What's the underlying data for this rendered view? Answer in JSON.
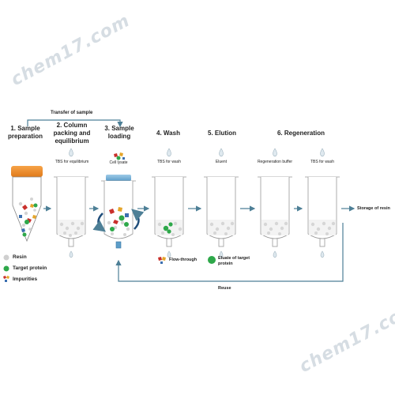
{
  "watermark": "chem17.com",
  "transfer_label": "Transfer of sample",
  "steps": {
    "s1": "1. Sample preparation",
    "s2": "2. Column packing and equilibrium",
    "s3": "3. Sample loading",
    "s4": "4. Wash",
    "s5": "5. Elution",
    "s6": "6. Regeneration"
  },
  "column_labels": {
    "c2": "TBS for equilibrium",
    "c3": "Cell lysate",
    "c4": "TBS for wash",
    "c5": "Eluent",
    "c6": "Regeneration buffer",
    "c7": "TBS for wash"
  },
  "storage_label": "Storage of resin",
  "reuse_label": "Reuse",
  "legend": {
    "resin": "Resin",
    "target": "Target protein",
    "impurities": "Impurities"
  },
  "flow_through_label": "Flow-through",
  "eluate_label": "Eluate of target protein",
  "colors": {
    "arrow": "#4d7f96",
    "resin": "#d4d4d4",
    "target": "#2ea84a",
    "impurity_red": "#c9302c",
    "impurity_yellow": "#e5a52a",
    "impurity_blue": "#3b6fb0",
    "cap": "#f08a2a",
    "drop": "#dfe9ef"
  }
}
